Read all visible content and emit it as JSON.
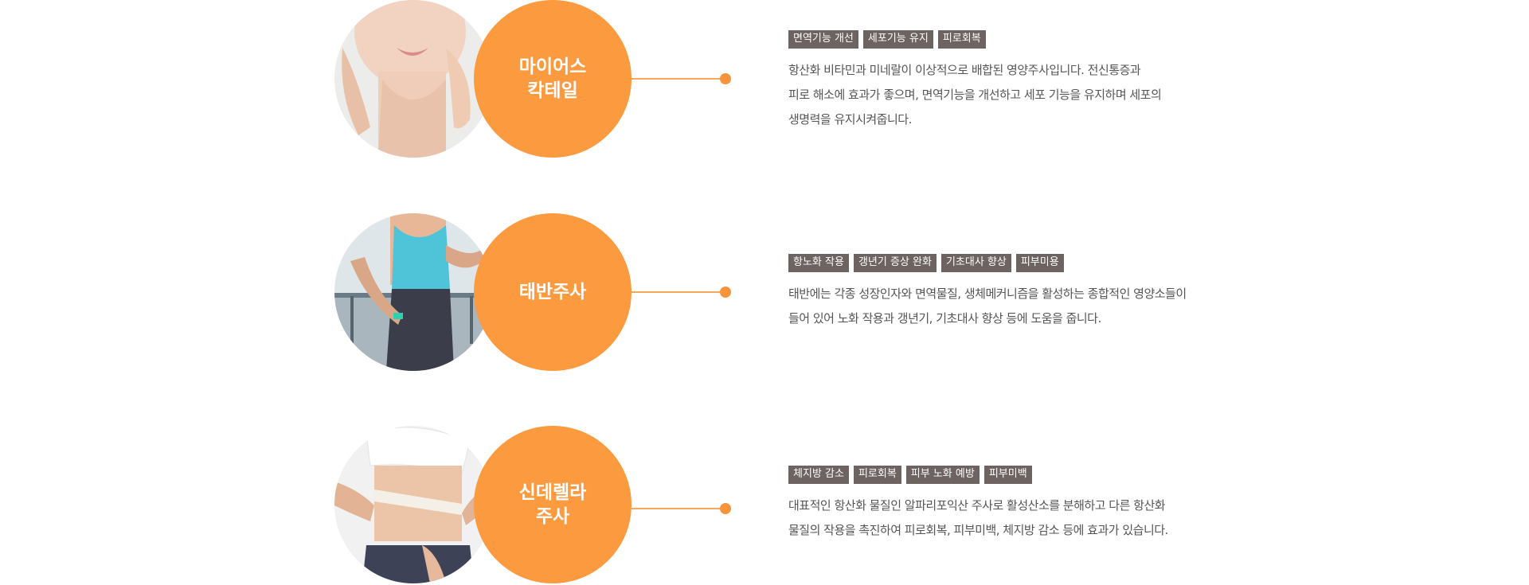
{
  "colors": {
    "accent": "#fb9a3e",
    "tag_bg": "#6d6360"
  },
  "items": [
    {
      "title": "마이어스\n칵테일",
      "image": "woman-neck-photo",
      "tags": [
        "면역기능 개선",
        "세포기능 유지",
        "피로회복"
      ],
      "desc": [
        "항산화 비타민과 미네랄이 이상적으로 배합된 영양주사입니다. 전신통증과",
        "피로 해소에 효과가 좋으며, 면역기능을 개선하고 세포 기능을 유지하며 세포의",
        "생명력을 유지시켜줍니다."
      ]
    },
    {
      "title": "태반주사",
      "image": "fitness-woman-photo",
      "tags": [
        "항노화 작용",
        "갱년기 증상 완화",
        "기초대사 향상",
        "피부미용"
      ],
      "desc": [
        "태반에는 각종 성장인자와 면역물질, 생체메커니즘을 활성하는 종합적인 영양소들이",
        "들어 있어 노화 작용과 갱년기, 기초대사 향상 등에 도움을 줍니다."
      ]
    },
    {
      "title": "신데렐라\n주사",
      "image": "waist-measuring-photo",
      "tags": [
        "체지방 감소",
        "피로회복",
        "피부 노화 예방",
        "피부미백"
      ],
      "desc": [
        "대표적인 항산화 물질인 알파리포익산 주사로 활성산소를 분해하고 다른 항산화",
        "물질의 작용을 촉진하여 피로회복, 피부미백, 체지방 감소 등에 효과가 있습니다."
      ]
    }
  ]
}
